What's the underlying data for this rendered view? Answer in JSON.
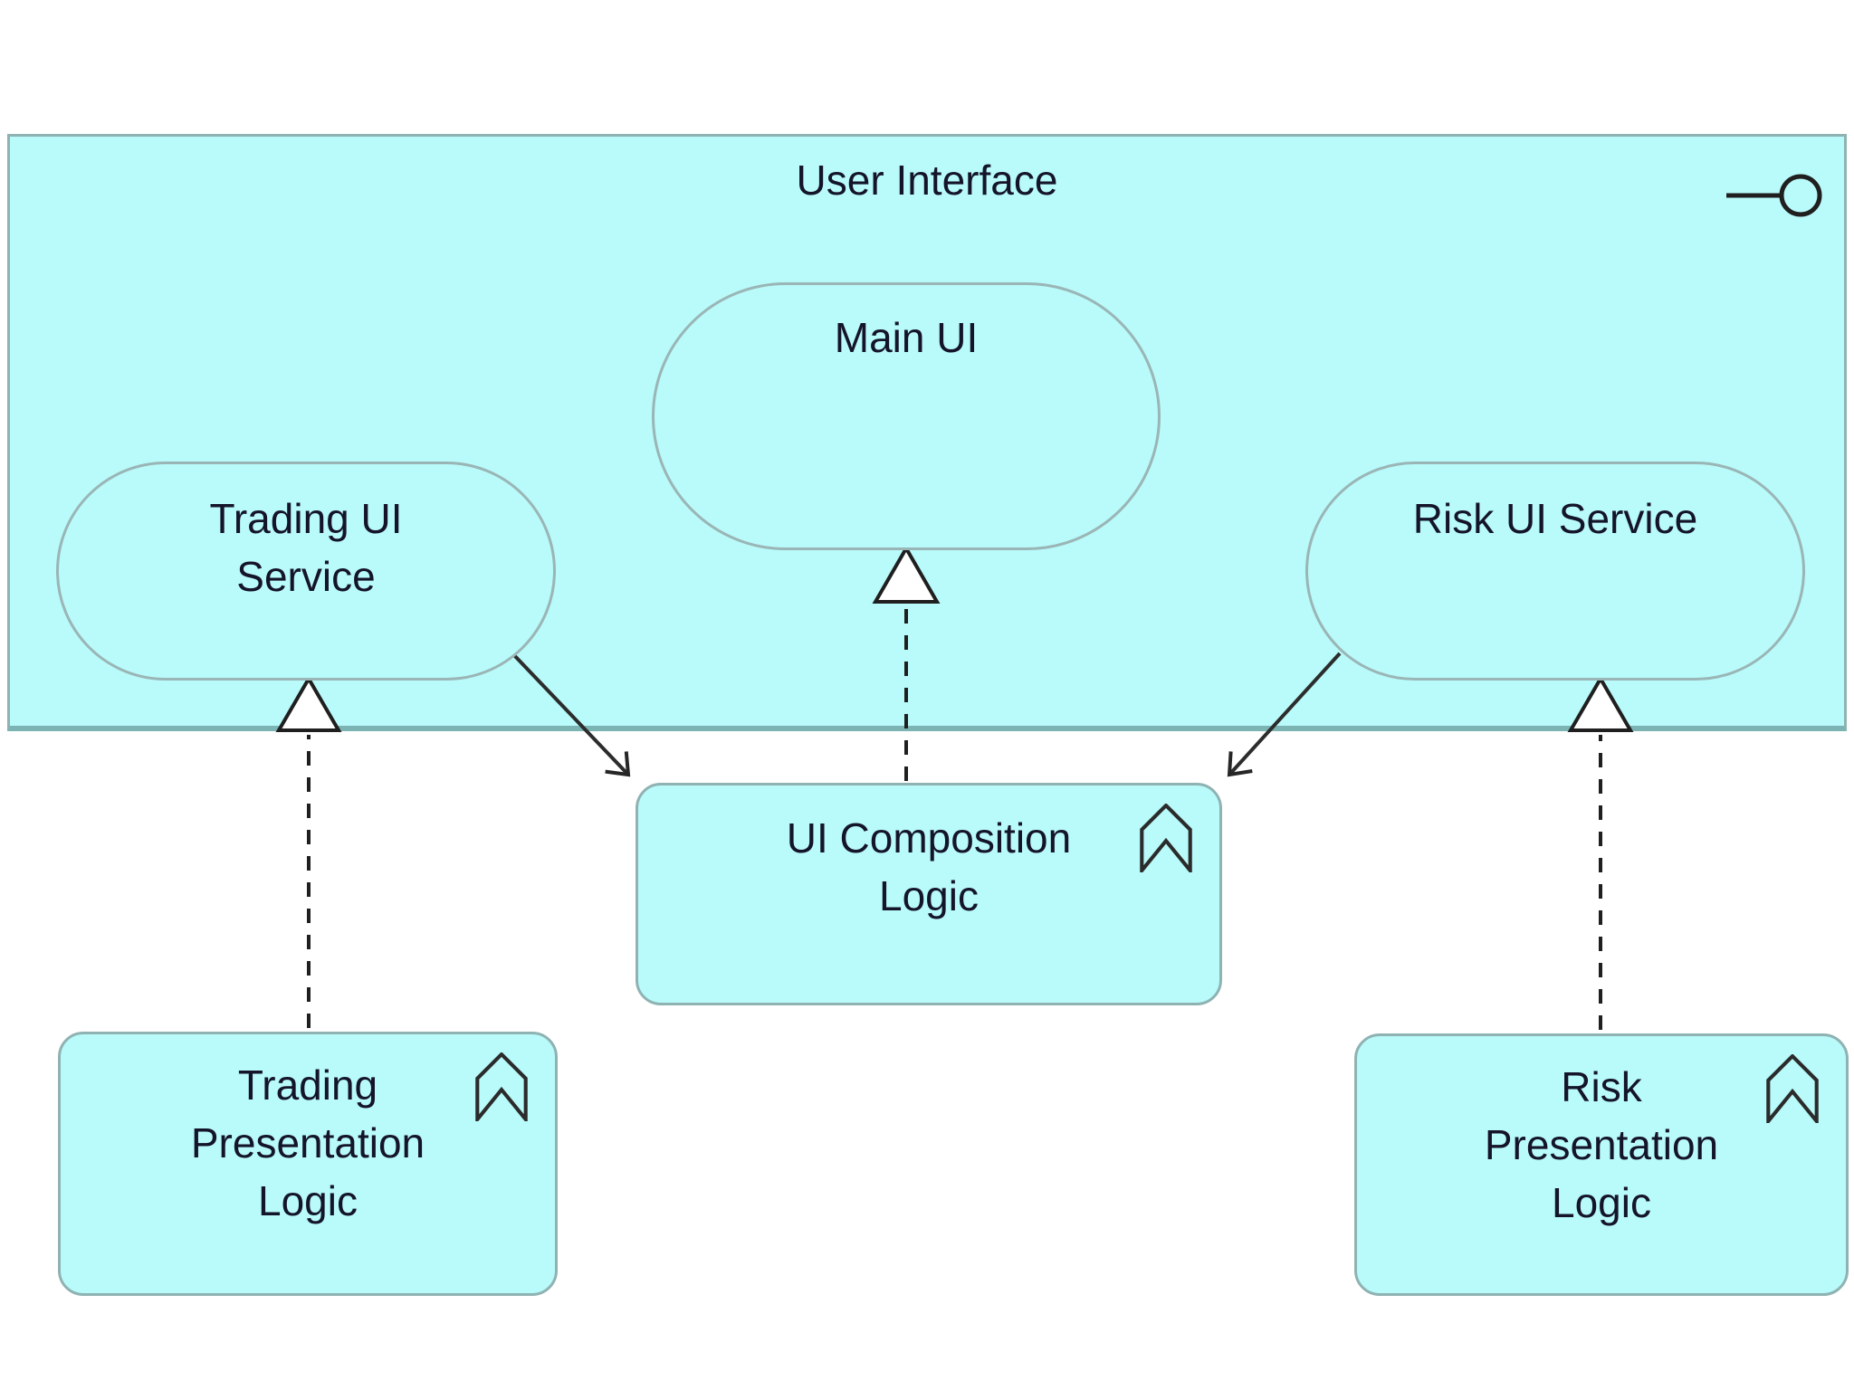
{
  "diagram": {
    "kind": "archimate-application-structure-view",
    "container": {
      "label": "User Interface",
      "icon": "interface-lollipop-icon"
    },
    "nodes": {
      "main_ui": {
        "label": "Main UI",
        "shape": "stadium-service"
      },
      "trading_ui_service": {
        "label": "Trading UI\nService",
        "shape": "stadium-service"
      },
      "risk_ui_service": {
        "label": "Risk UI Service",
        "shape": "stadium-service"
      },
      "ui_composition_logic": {
        "label": "UI Composition\nLogic",
        "shape": "rounded-function",
        "icon": "function-chevron-icon"
      },
      "trading_presentation_logic": {
        "label": "Trading\nPresentation\nLogic",
        "shape": "rounded-function",
        "icon": "function-chevron-icon"
      },
      "risk_presentation_logic": {
        "label": "Risk\nPresentation\nLogic",
        "shape": "rounded-function",
        "icon": "function-chevron-icon"
      }
    },
    "relationships": [
      {
        "type": "realization",
        "from": "ui_composition_logic",
        "to": "main_ui",
        "style": "dashed-hollow-triangle"
      },
      {
        "type": "realization",
        "from": "trading_presentation_logic",
        "to": "trading_ui_service",
        "style": "dashed-hollow-triangle"
      },
      {
        "type": "realization",
        "from": "risk_presentation_logic",
        "to": "risk_ui_service",
        "style": "dashed-hollow-triangle"
      },
      {
        "type": "serving",
        "from": "trading_ui_service",
        "to": "ui_composition_logic",
        "style": "solid-open-arrow"
      },
      {
        "type": "serving",
        "from": "risk_ui_service",
        "to": "ui_composition_logic",
        "style": "solid-open-arrow"
      }
    ],
    "colors": {
      "node_fill": "#b9fafa",
      "node_border": "#8fb2b2",
      "container_bottom_border": "#7cb4b4",
      "line": "#262626",
      "text": "#14142a",
      "background": "#ffffff",
      "triangle_fill": "#ffffff"
    }
  }
}
